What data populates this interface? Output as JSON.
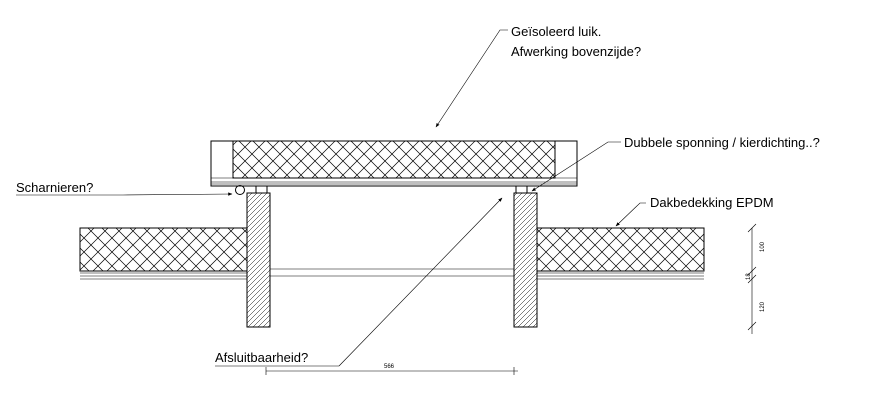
{
  "annotations": {
    "luik_line1": "Geïsoleerd luik.",
    "luik_line2": "Afwerking bovenzijde?",
    "sponning": "Dubbele sponning / kierdichting..?",
    "scharnieren": "Scharnieren?",
    "dakbedekking": "Dakbedekking EPDM",
    "afsluitbaarheid": "Afsluitbaarheid?"
  },
  "dimensions": {
    "width": "566",
    "insulation_thickness": "100",
    "layer_thickness": "18",
    "beam_depth": "120"
  },
  "colors": {
    "line": "#000000",
    "background": "#ffffff"
  }
}
